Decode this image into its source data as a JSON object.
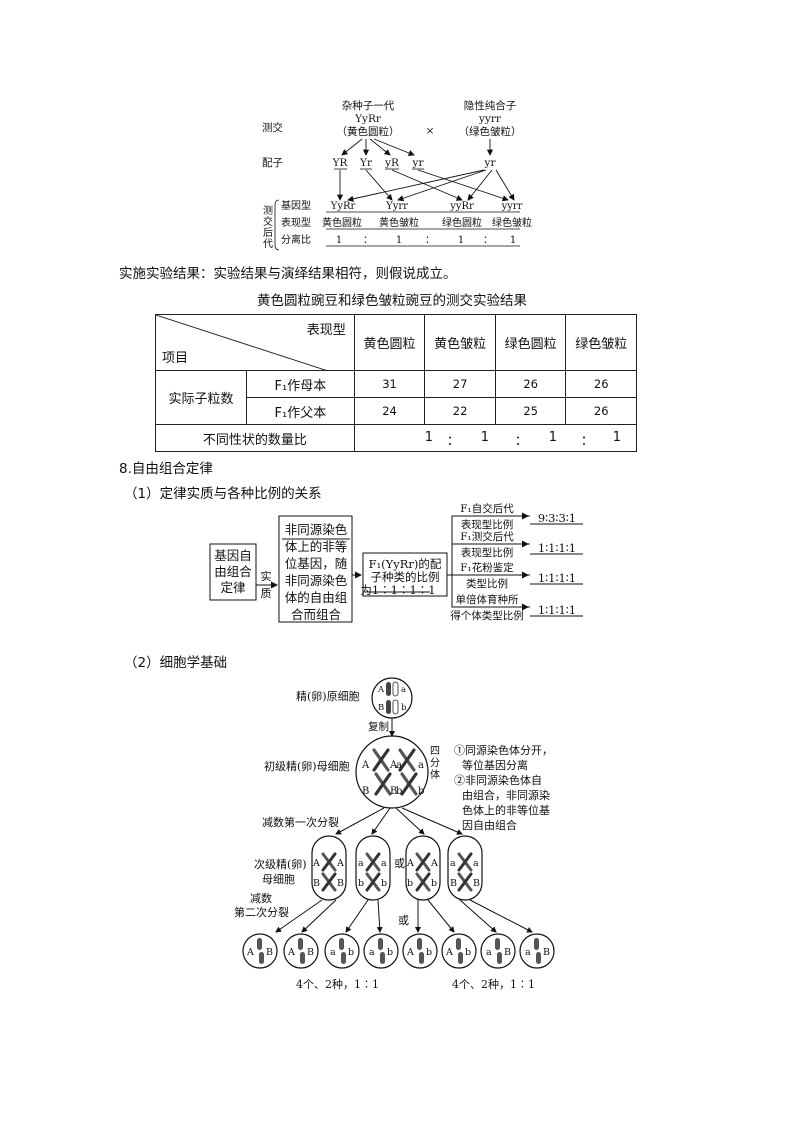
{
  "testcross": {
    "label_test": "测交",
    "label_gamete": "配子",
    "f1_title": "杂种子一代",
    "f1_genotype": "YyRr",
    "f1_phenotype": "（黄色圆粒）",
    "times": "×",
    "rec_title": "隐性纯合子",
    "rec_genotype": "yyrr",
    "rec_phenotype": "（绿色皱粒）",
    "gametes_f1": [
      "YR",
      "Yr",
      "yR",
      "yr"
    ],
    "gamete_rec": "yr",
    "offspring_side": [
      "测",
      "交",
      "后",
      "代"
    ],
    "row_labels": [
      "基因型",
      "表现型",
      "分离比"
    ],
    "genotypes": [
      "YyRr",
      "Yyrr",
      "yyRr",
      "yyrr"
    ],
    "phenotypes": [
      "黄色圆粒",
      "黄色皱粒",
      "绿色圆粒",
      "绿色皱粒"
    ],
    "ratio": [
      "1",
      "：",
      "1",
      "：",
      "1",
      "：",
      "1"
    ]
  },
  "result_sentence": "实施实验结果：实验结果与演绎结果相符，则假说成立。",
  "table": {
    "title": "黄色圆粒豌豆和绿色皱粒豌豆的测交实验结果",
    "corner_top": "表现型",
    "corner_bottom": "项目",
    "headers": [
      "黄色圆粒",
      "黄色皱粒",
      "绿色圆粒",
      "绿色皱粒"
    ],
    "group_label": "实际子粒数",
    "rows": [
      {
        "label": "F₁作母本",
        "values": [
          "31",
          "27",
          "26",
          "26"
        ]
      },
      {
        "label": "F₁作父本",
        "values": [
          "24",
          "22",
          "25",
          "26"
        ]
      }
    ],
    "ratio_label": "不同性状的数量比",
    "ratio_values": [
      "1",
      "：",
      "1",
      "：",
      "1",
      "：",
      "1"
    ]
  },
  "section8": {
    "heading": "8.自由组合定律",
    "sub1": "（1）定律实质与各种比例的关系",
    "box1": [
      "基因自",
      "由组合",
      "定律"
    ],
    "arrow1": [
      "实",
      "质"
    ],
    "box2": [
      "非同源染色",
      "体上的非等",
      "位基因，随",
      "非同源染色",
      "体的自由组",
      "合而组合"
    ],
    "box3": [
      "F₁(YyRr)的配",
      "子种类的比例",
      "为1∶1∶1∶1"
    ],
    "branches": [
      {
        "top": "F₁自交后代",
        "bottom": "表现型比例",
        "ratio": "9∶3∶3∶1"
      },
      {
        "top": "F₁测交后代",
        "bottom": "表现型比例",
        "ratio": "1∶1∶1∶1"
      },
      {
        "top": "F₁花粉鉴定",
        "bottom": "类型比例",
        "ratio": "1∶1∶1∶1"
      },
      {
        "top": "单倍体育种所",
        "bottom": "得个体类型比例",
        "ratio": "1∶1∶1∶1"
      }
    ],
    "sub2": "（2）细胞学基础"
  },
  "meiosis": {
    "label_mother": "精(卵)原细胞",
    "label_copy": "复制",
    "label_primary": "初级精(卵)母细胞",
    "label_tetrad": [
      "四",
      "分",
      "体"
    ],
    "notes": [
      "①同源染色体分开，",
      "等位基因分离",
      "②非同源染色体自",
      "由组合，非同源染",
      "色体上的非等位基",
      "因自由组合"
    ],
    "label_mi": "减数第一次分裂",
    "label_secondary": [
      "次级精(卵)",
      "母细胞"
    ],
    "label_mii": [
      "减数",
      "第二次分裂"
    ],
    "or": "或",
    "result_left": "4个、2种，1∶1",
    "result_right": "4个、2种，1∶1",
    "allele_A": "A",
    "allele_a": "a",
    "allele_B": "B",
    "allele_b": "b"
  }
}
